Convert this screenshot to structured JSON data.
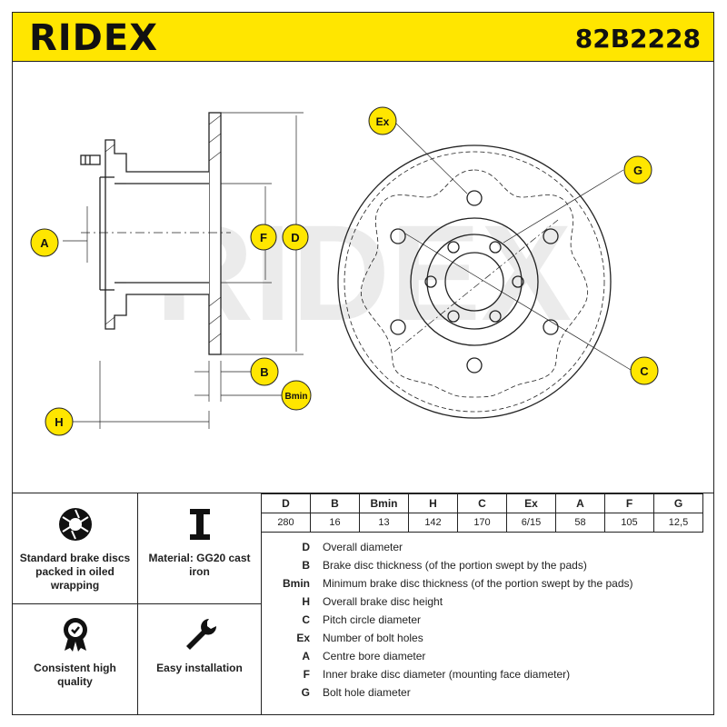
{
  "header": {
    "brand": "RIDEX",
    "part_number": "82B2228"
  },
  "drawing": {
    "watermark": "RIDEX",
    "callouts": {
      "A": "A",
      "B": "B",
      "Bmin": "Bmin",
      "C": "C",
      "D": "D",
      "Ex": "Ex",
      "F": "F",
      "G": "G",
      "H": "H"
    },
    "colors": {
      "badge": "#ffe600",
      "line": "#222222",
      "watermark": "#e9e9e9"
    }
  },
  "features": [
    {
      "icon": "brake-disc-icon",
      "label": "Standard brake discs packed in oiled wrapping"
    },
    {
      "icon": "i-beam-icon",
      "label": "Material: GG20 cast iron"
    },
    {
      "icon": "quality-badge-icon",
      "label": "Consistent high quality"
    },
    {
      "icon": "wrench-icon",
      "label": "Easy installation"
    }
  ],
  "spec_table": {
    "headers": [
      "D",
      "B",
      "Bmin",
      "H",
      "C",
      "Ex",
      "A",
      "F",
      "G"
    ],
    "values": [
      "280",
      "16",
      "13",
      "142",
      "170",
      "6/15",
      "58",
      "105",
      "12,5"
    ]
  },
  "legend": [
    {
      "code": "D",
      "desc": "Overall diameter"
    },
    {
      "code": "B",
      "desc": "Brake disc thickness (of the portion swept by the pads)"
    },
    {
      "code": "Bmin",
      "desc": "Minimum brake disc thickness (of the portion swept by the pads)"
    },
    {
      "code": "H",
      "desc": "Overall brake disc height"
    },
    {
      "code": "C",
      "desc": "Pitch circle diameter"
    },
    {
      "code": "Ex",
      "desc": "Number of bolt holes"
    },
    {
      "code": "A",
      "desc": "Centre bore diameter"
    },
    {
      "code": "F",
      "desc": "Inner brake disc diameter (mounting face diameter)"
    },
    {
      "code": "G",
      "desc": "Bolt hole diameter"
    }
  ]
}
